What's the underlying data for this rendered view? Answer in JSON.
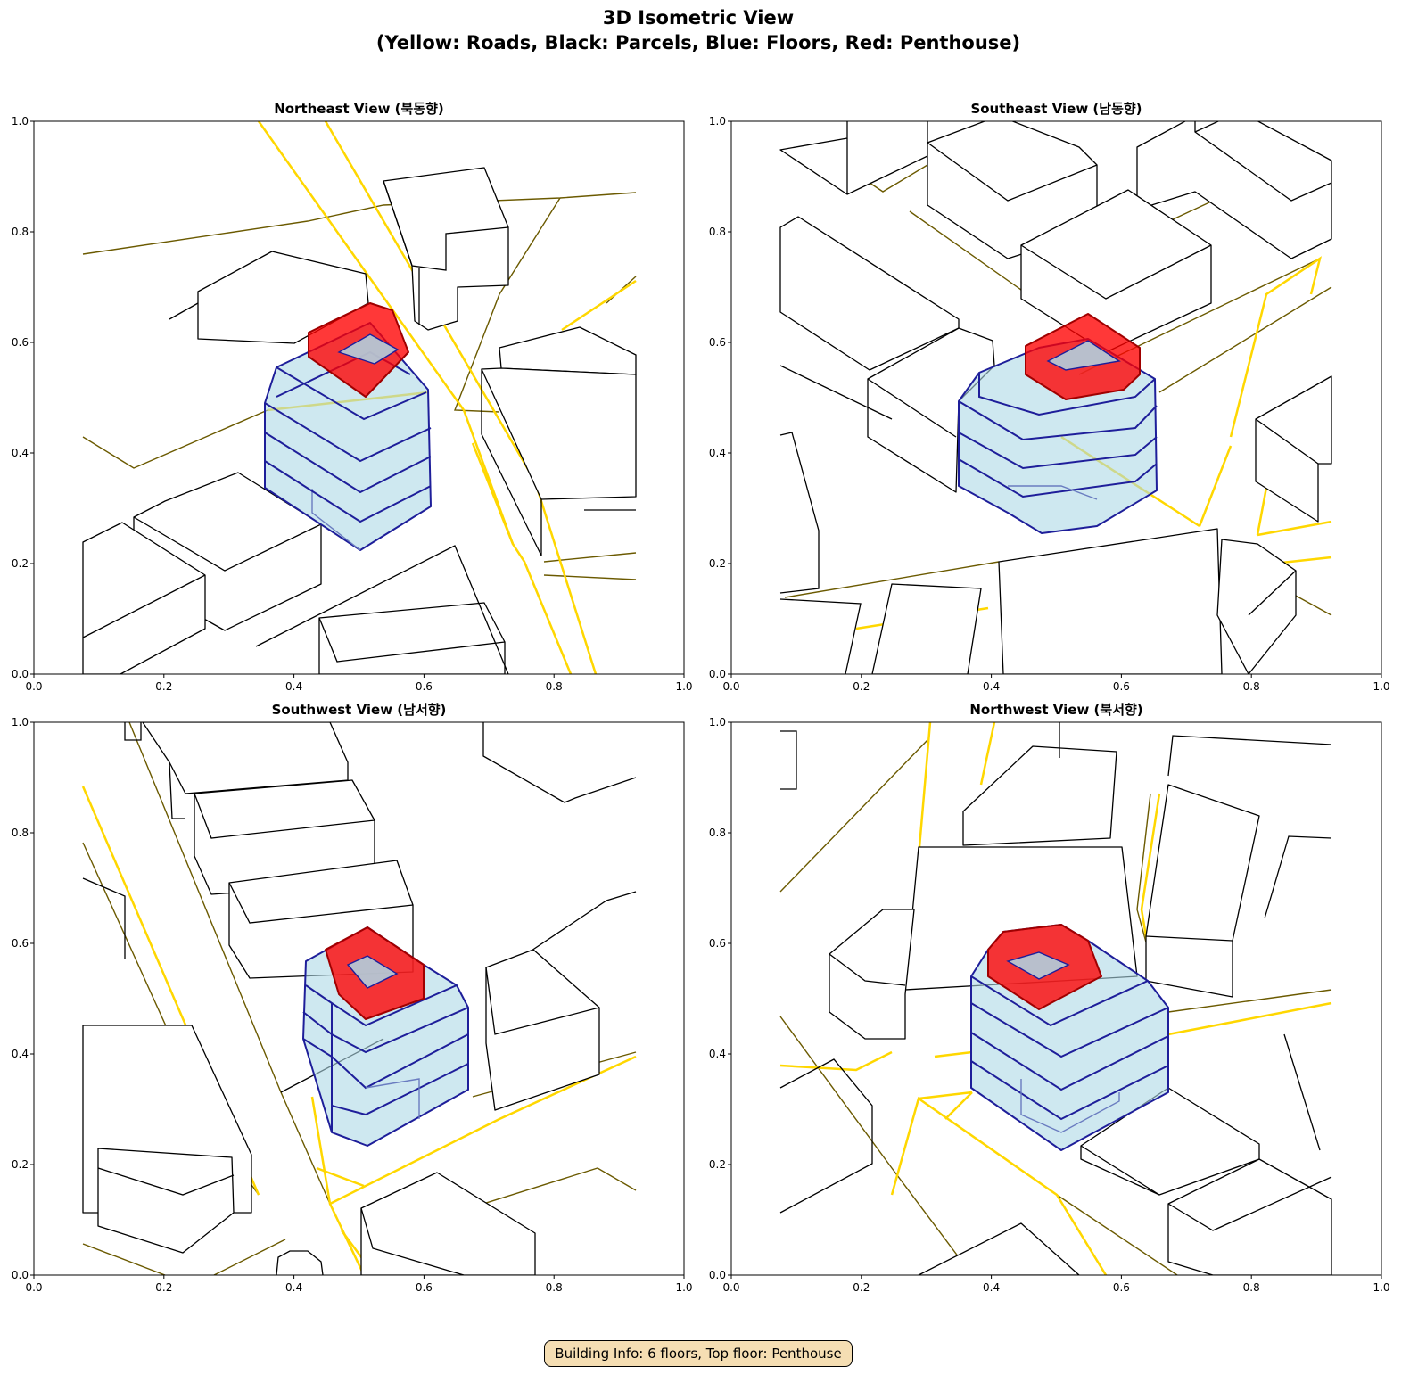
{
  "title_line1": "3D Isometric View",
  "title_line2": "(Yellow: Roads, Black: Parcels, Blue: Floors, Red: Penthouse)",
  "panels": [
    {
      "title": "Northeast View (북동향)"
    },
    {
      "title": "Southeast View (남동향)"
    },
    {
      "title": "Southwest View (남서향)"
    },
    {
      "title": "Northwest View (북서향)"
    }
  ],
  "axes": {
    "xticks": [
      "0.0",
      "0.2",
      "0.4",
      "0.6",
      "0.8",
      "1.0"
    ],
    "yticks": [
      "0.0",
      "0.2",
      "0.4",
      "0.6",
      "0.8",
      "1.0"
    ]
  },
  "colors": {
    "roads": "#ffd700",
    "parcels": "#000000",
    "floors": "#add8e6",
    "penthouse": "#ff0000"
  },
  "info": "Building Info: 6 floors, Top floor: Penthouse"
}
